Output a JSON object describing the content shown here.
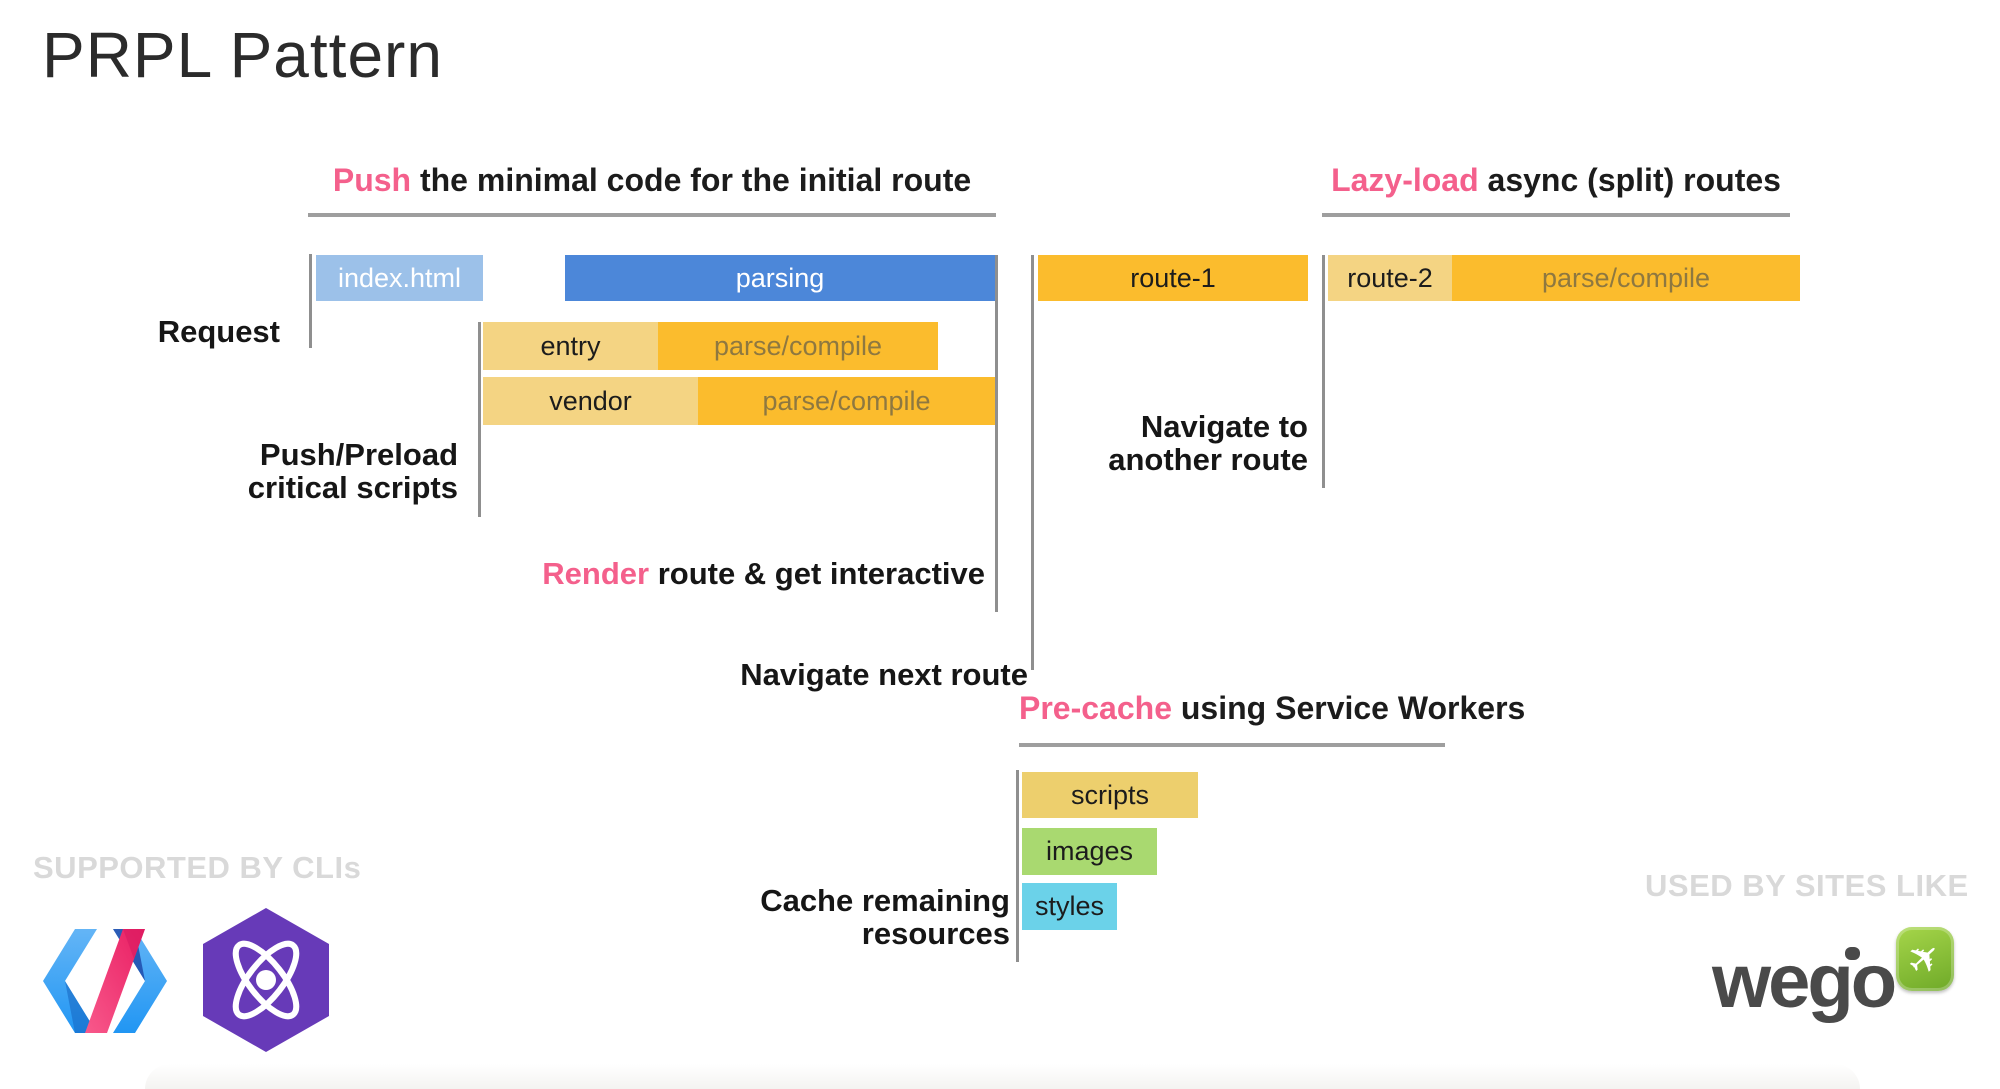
{
  "title": "PRPL Pattern",
  "headers": {
    "push": {
      "highlight": "Push",
      "rest": " the minimal code for the initial route"
    },
    "lazyload": {
      "highlight": "Lazy-load",
      "rest": " async (split) routes"
    },
    "precache": {
      "highlight": "Pre-cache",
      "rest": " using Service Workers"
    }
  },
  "timeline": {
    "index_html": "index.html",
    "parsing": "parsing",
    "route1": "route-1",
    "route2": "route-2",
    "entry": "entry",
    "vendor": "vendor",
    "parse_compile": "parse/compile",
    "scripts": "scripts",
    "images": "images",
    "styles": "styles"
  },
  "labels": {
    "request": "Request",
    "push_preload": {
      "line1": "Push/Preload",
      "line2": "critical scripts"
    },
    "render": {
      "highlight": "Render",
      "rest": " route & get interactive"
    },
    "navigate_next": "Navigate next route",
    "navigate_another": {
      "line1": "Navigate to",
      "line2": "another route"
    },
    "cache_remaining": {
      "line1": "Cache remaining",
      "line2": "resources"
    }
  },
  "footer": {
    "supported_by": "SUPPORTED BY CLIs",
    "used_by": "USED BY SITES LIKE",
    "wego": "wego"
  },
  "colors": {
    "accent_pink": "#F4608C",
    "bar_orange": "#FBBC2D",
    "bar_tan": "#F4D483",
    "bar_scripts_yellow": "#EDCF6D",
    "bar_blue": "#4C87D9",
    "bar_lightblue": "#9CC1E9",
    "bar_green": "#A9D970",
    "bar_cyan": "#6BD2E9",
    "line_gray": "#9E9E9E",
    "caption_gray": "#D9D9D9",
    "preact_purple": "#673AB8",
    "wego_green": "#8DC63F",
    "wego_text_gray": "#4A4A4A"
  }
}
